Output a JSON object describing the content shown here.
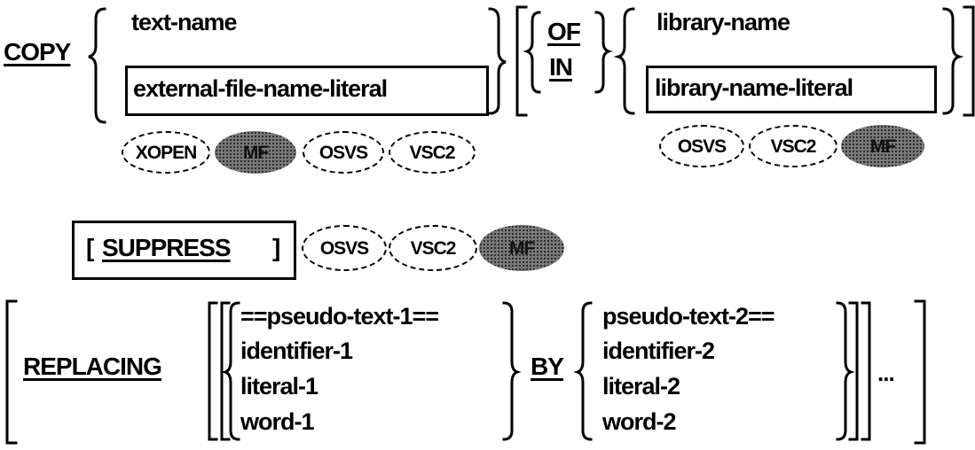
{
  "copy_clause": {
    "keyword": "COPY",
    "text_name": "text-name",
    "external_file_name_literal": "external-file-name-literal",
    "of_keyword": "OF",
    "in_keyword": "IN",
    "library_name": "library-name",
    "library_name_literal": "library-name-literal",
    "dialects_left": [
      "XOPEN",
      "MF",
      "OSVS",
      "VSC2"
    ],
    "dialects_right": [
      "OSVS",
      "VSC2",
      "MF"
    ]
  },
  "suppress_clause": {
    "open_bracket": "[",
    "keyword": "SUPPRESS",
    "close_bracket": "]",
    "dialects": [
      "OSVS",
      "VSC2",
      "MF"
    ]
  },
  "replacing_clause": {
    "keyword": "REPLACING",
    "left_options": [
      "==pseudo-text-1==",
      "identifier-1",
      "literal-1",
      "word-1"
    ],
    "by_keyword": "BY",
    "right_options": [
      "pseudo-text-2==",
      "identifier-2",
      "literal-2",
      "word-2"
    ],
    "ellipsis": "..."
  }
}
